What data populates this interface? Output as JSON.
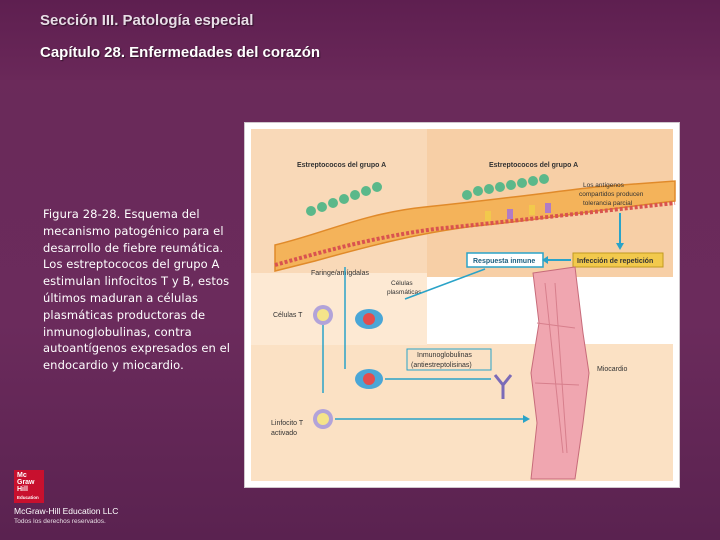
{
  "header": {
    "section": "Sección III. Patología especial",
    "chapter": "Capítulo 28. Enfermedades del corazón"
  },
  "caption": "Figura 28-28. Esquema del mecanismo patogénico para el desarrollo de fiebre reumática. Los estreptococos del grupo A estimulan linfocitos T y B, estos últimos maduran a células plasmáticas productoras de inmunoglobulinas, contra autoantígenos expresados en el endocardio y miocardio.",
  "figure": {
    "strep_left": "Estreptococos del grupo A",
    "strep_right": "Estreptococos del grupo A",
    "antigen_line1": "Los antígenos",
    "antigen_line2": "compartidos producen",
    "antigen_line3": "tolerancia parcial",
    "pharynx": "Faringe/amígdalas",
    "immune_response": "Respuesta inmune",
    "reinfection": "Infección de repetición",
    "plasma_line1": "Células",
    "plasma_line2": "plasmáticas",
    "t_cells": "Células T",
    "ig_line1": "Inmunoglobulinas",
    "ig_line2": "(antiestreptolisinas)",
    "myocardium": "Miocardio",
    "tcell_line1": "Linfocito T",
    "tcell_line2": "activado"
  },
  "footer": {
    "logo_lines": [
      "Mc",
      "Graw",
      "Hill",
      "Education"
    ],
    "publisher": "McGraw-Hill Education LLC",
    "rights": "Todos los derechos reservados."
  },
  "colors": {
    "background": "#6b2b5c",
    "panel_peach": "#f9d9b8",
    "panel_light": "#fde9d3",
    "arrow_blue": "#2aa3c8",
    "strep_green": "#5bb88a",
    "mucosa_orange": "#f2a63c",
    "myocardium_pink": "#f0a6b0"
  }
}
